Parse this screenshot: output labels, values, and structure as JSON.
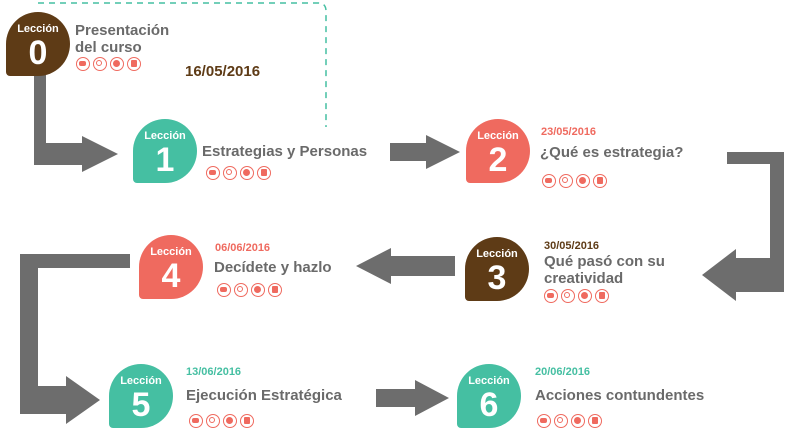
{
  "course_start_date": "16/05/2016",
  "lessons": [
    {
      "word": "Lección",
      "number": "0",
      "title_lines": [
        "Presentación",
        "del curso"
      ],
      "date": "",
      "color": "#5e3b16"
    },
    {
      "word": "Lección",
      "number": "1",
      "title_lines": [
        "Estrategias y Personas"
      ],
      "date": "",
      "color": "#45bfa2"
    },
    {
      "word": "Lección",
      "number": "2",
      "title_lines": [
        "¿Qué es estrategia?"
      ],
      "date": "23/05/2016",
      "color": "#ef6a5f"
    },
    {
      "word": "Lección",
      "number": "3",
      "title_lines": [
        "Qué pasó con su",
        "creatividad"
      ],
      "date": "30/05/2016",
      "color": "#5e3b16"
    },
    {
      "word": "Lección",
      "number": "4",
      "title_lines": [
        "Decídete y hazlo"
      ],
      "date": "06/06/2016",
      "color": "#ef6a5f"
    },
    {
      "word": "Lección",
      "number": "5",
      "title_lines": [
        "Ejecución Estratégica"
      ],
      "date": "13/06/2016",
      "color": "#45bfa2"
    },
    {
      "word": "Lección",
      "number": "6",
      "title_lines": [
        "Acciones contundentes"
      ],
      "date": "20/06/2016",
      "color": "#45bfa2"
    }
  ],
  "icons": [
    "chat-icon",
    "search-icon",
    "alert-icon",
    "documents-icon"
  ],
  "colors": {
    "arrow": "#6d6d6d",
    "dashed_border": "#45bfa2",
    "icon": "#ef6a5f"
  }
}
